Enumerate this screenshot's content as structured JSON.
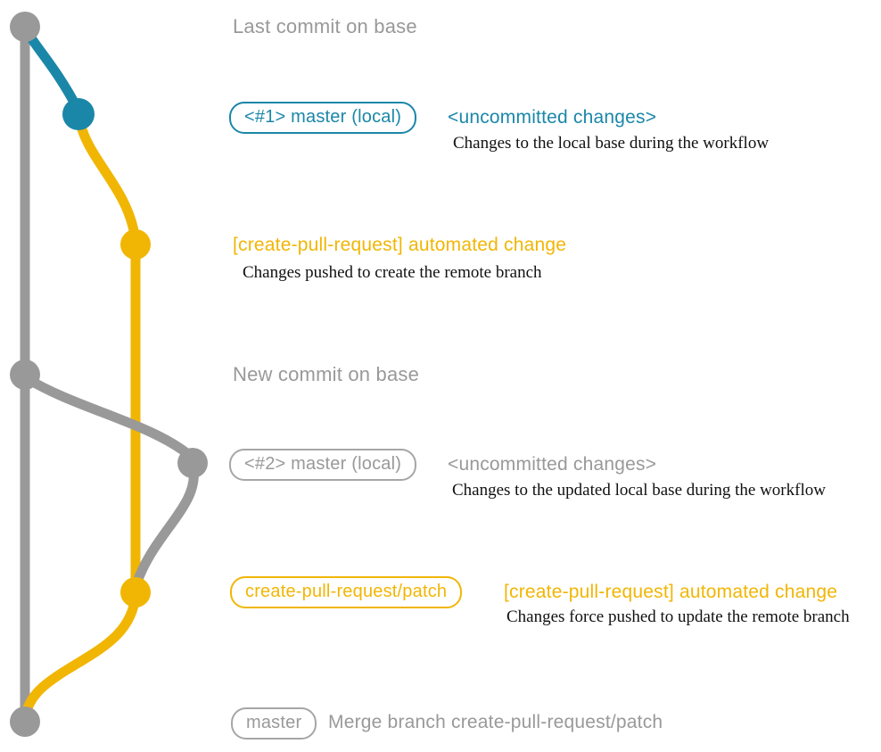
{
  "colors": {
    "blue": "#1b87a8",
    "yellow": "#f1b604",
    "gray": "#999999",
    "gray-border": "#a6a6a6",
    "ink": "#111111",
    "bg": "#ffffff"
  },
  "graph": {
    "branches": [
      {
        "name": "base",
        "color": "#999999"
      },
      {
        "name": "master (local)",
        "color": "#1b87a8"
      },
      {
        "name": "create-pull-request/patch",
        "color": "#f1b604"
      }
    ],
    "commits": [
      {
        "id": "last-commit-on-base",
        "branch": "base"
      },
      {
        "id": "local-master-1",
        "branch": "master (local)"
      },
      {
        "id": "patch-commit-1",
        "branch": "create-pull-request/patch"
      },
      {
        "id": "new-commit-on-base",
        "branch": "base"
      },
      {
        "id": "local-master-2",
        "branch": "base"
      },
      {
        "id": "patch-commit-2",
        "branch": "create-pull-request/patch"
      },
      {
        "id": "merge-commit",
        "branch": "base"
      }
    ]
  },
  "annotations": {
    "row1": {
      "heading": "Last commit on base"
    },
    "row2": {
      "badge": "<#1> master (local)",
      "note": "<uncommitted changes>",
      "desc": "Changes to the local base during the workflow"
    },
    "row3": {
      "note": "[create-pull-request] automated change",
      "desc": "Changes pushed to create the remote branch"
    },
    "row4": {
      "heading": "New commit on base"
    },
    "row5": {
      "badge": "<#2> master (local)",
      "note": "<uncommitted changes>",
      "desc": "Changes to the updated local base during the workflow"
    },
    "row6": {
      "badge": "create-pull-request/patch",
      "note": "[create-pull-request] automated change",
      "desc": "Changes force pushed to update the remote branch"
    },
    "row7": {
      "badge": "master",
      "note": "Merge branch create-pull-request/patch"
    }
  }
}
